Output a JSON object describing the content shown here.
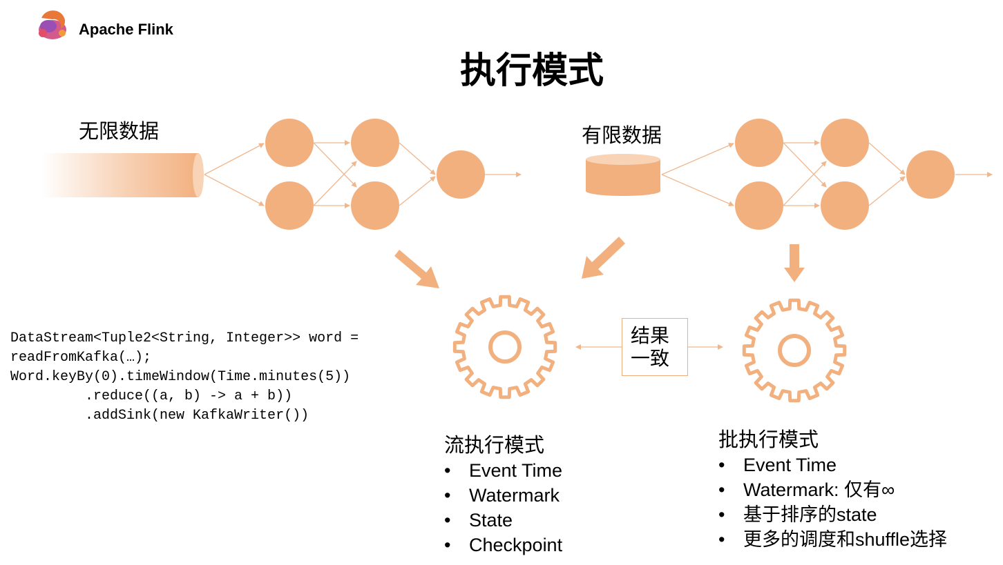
{
  "brand": {
    "name": "Apache Flink",
    "logo": "flink-squirrel-logo"
  },
  "title": "执行模式",
  "unbounded": {
    "label": "无限数据"
  },
  "bounded": {
    "label": "有限数据"
  },
  "code": {
    "lines": [
      "DataStream<Tuple2<String, Integer>> word =",
      "readFromKafka(…);",
      "Word.keyBy(0).timeWindow(Time.minutes(5))",
      "         .reduce((a, b) -> a + b))",
      "         .addSink(new KafkaWriter())"
    ]
  },
  "consistent": {
    "label": "结果一致"
  },
  "stream_mode": {
    "title": "流执行模式",
    "items": [
      "Event Time",
      "Watermark",
      "State",
      "Checkpoint"
    ]
  },
  "batch_mode": {
    "title": "批执行模式",
    "items": [
      "Event Time",
      "Watermark: 仅有∞",
      "基于排序的state",
      "更多的调度和shuffle选择"
    ]
  },
  "colors": {
    "accent": "#f2b07f",
    "accent_light": "#f8d3b6",
    "accent_line": "#f0b68c"
  },
  "bullet": "•"
}
